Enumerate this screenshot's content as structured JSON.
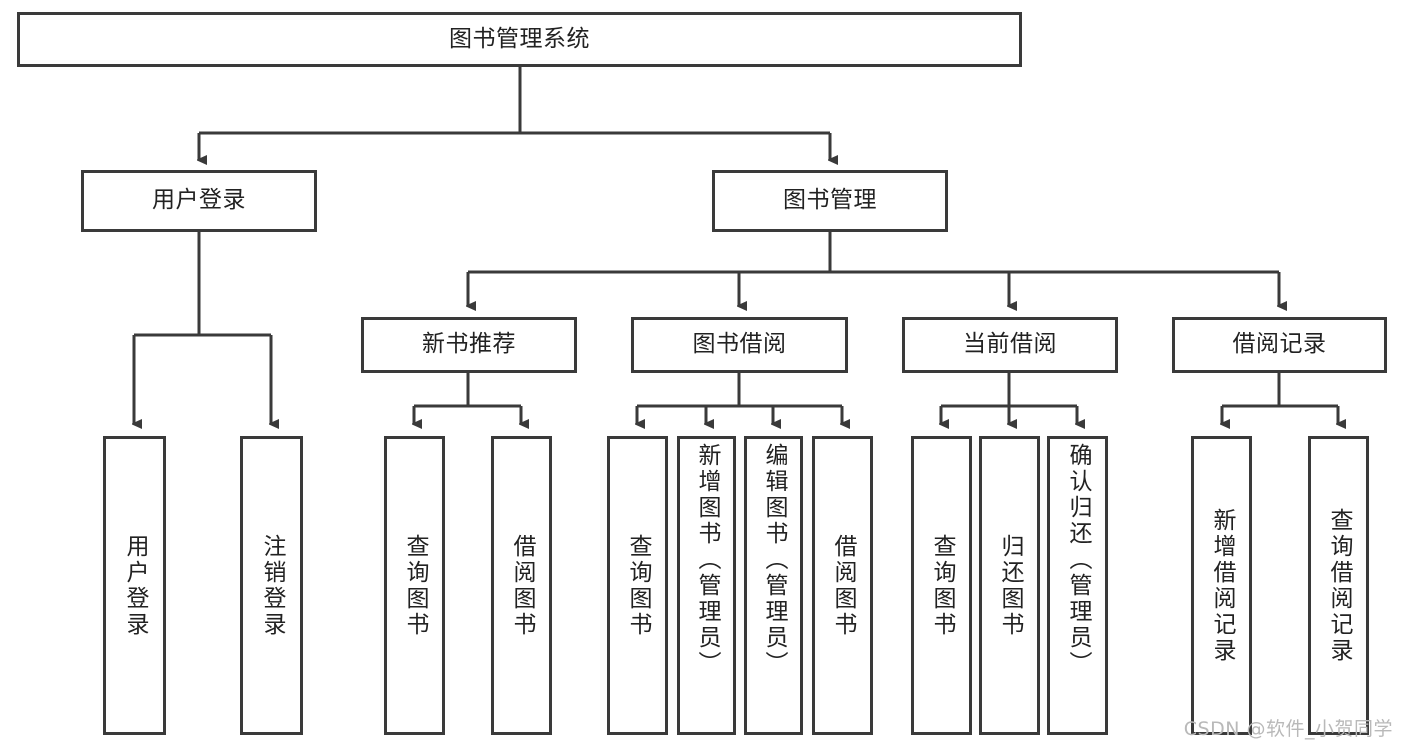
{
  "diagram": {
    "title": "图书管理系统",
    "type": "tree-structure-chart",
    "root": {
      "id": "root",
      "label": "图书管理系统"
    },
    "level2": [
      {
        "id": "user-login",
        "label": "用户登录"
      },
      {
        "id": "book-manage",
        "label": "图书管理"
      }
    ],
    "level3": [
      {
        "id": "new-book-recommend",
        "label": "新书推荐"
      },
      {
        "id": "book-borrow",
        "label": "图书借阅"
      },
      {
        "id": "current-borrow",
        "label": "当前借阅"
      },
      {
        "id": "borrow-record",
        "label": "借阅记录"
      }
    ],
    "leaves": {
      "user_login": [
        {
          "id": "leaf-user-login",
          "label": "用户登录"
        },
        {
          "id": "leaf-logout-login",
          "label": "注销登录"
        }
      ],
      "new_book_recommend": [
        {
          "id": "leaf-query-book-1",
          "label": "查询图书"
        },
        {
          "id": "leaf-borrow-book-1",
          "label": "借阅图书"
        }
      ],
      "book_borrow": [
        {
          "id": "leaf-query-book-2",
          "label": "查询图书"
        },
        {
          "id": "leaf-add-book",
          "label": "新增图书（管理员）"
        },
        {
          "id": "leaf-edit-book",
          "label": "编辑图书（管理员）"
        },
        {
          "id": "leaf-borrow-book-2",
          "label": "借阅图书"
        }
      ],
      "current_borrow": [
        {
          "id": "leaf-query-book-3",
          "label": "查询图书"
        },
        {
          "id": "leaf-return-book",
          "label": "归还图书"
        },
        {
          "id": "leaf-confirm-return",
          "label": "确认归还（管理员）"
        }
      ],
      "borrow_record": [
        {
          "id": "leaf-add-record",
          "label": "新增借阅记录"
        },
        {
          "id": "leaf-query-record",
          "label": "查询借阅记录"
        }
      ]
    }
  },
  "watermark": {
    "text": "CSDN @软件_小贺同学"
  },
  "colors": {
    "box_border": "#3a3a3a",
    "box_fill": "#ffffff",
    "edge": "#3a3a3a",
    "text": "#222222",
    "watermark": "#b9b9b9",
    "background": "#ffffff"
  }
}
